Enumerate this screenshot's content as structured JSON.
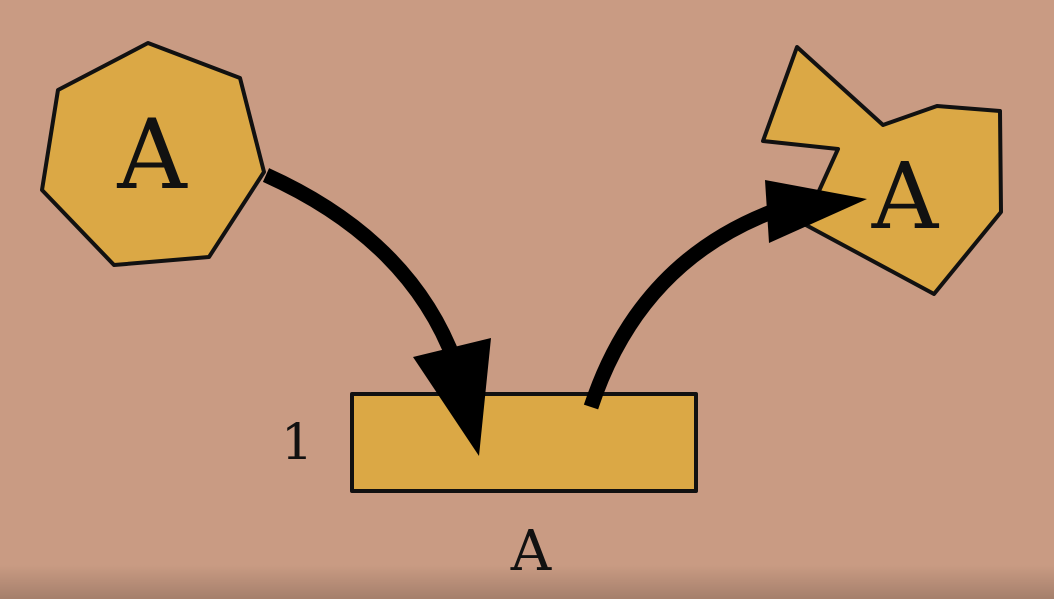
{
  "colors": {
    "background": "#c99b83",
    "shape_fill": "#dba845",
    "outline": "#111111",
    "arrow": "#000000"
  },
  "diagram": {
    "source_shape": {
      "kind": "heptagon",
      "label": "A"
    },
    "target_shape": {
      "kind": "irregular-polygon",
      "label": "A"
    },
    "memory_cell": {
      "kind": "rectangle",
      "index_label": "1",
      "caption": "A"
    },
    "arrows": [
      {
        "from": "source_shape",
        "to": "memory_cell",
        "icon": "curved-arrow-down"
      },
      {
        "from": "memory_cell",
        "to": "target_shape",
        "icon": "curved-arrow-up"
      }
    ]
  }
}
